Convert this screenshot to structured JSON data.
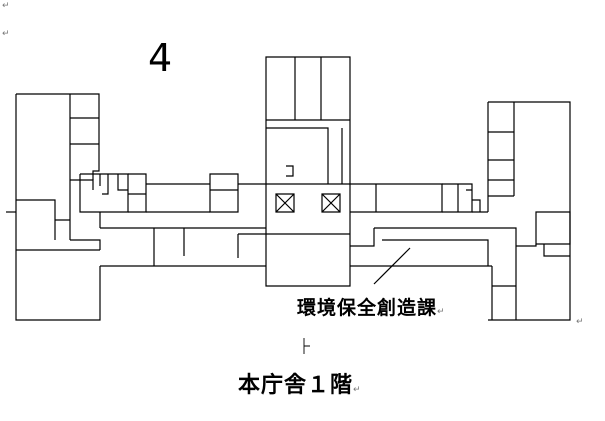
{
  "diagram": {
    "north_symbol": "4",
    "department_label": "環境保全創造課",
    "floor_title": "本庁舎１階",
    "paragraph_mark": "↵",
    "line_color": "#000000",
    "background_color": "#ffffff"
  }
}
